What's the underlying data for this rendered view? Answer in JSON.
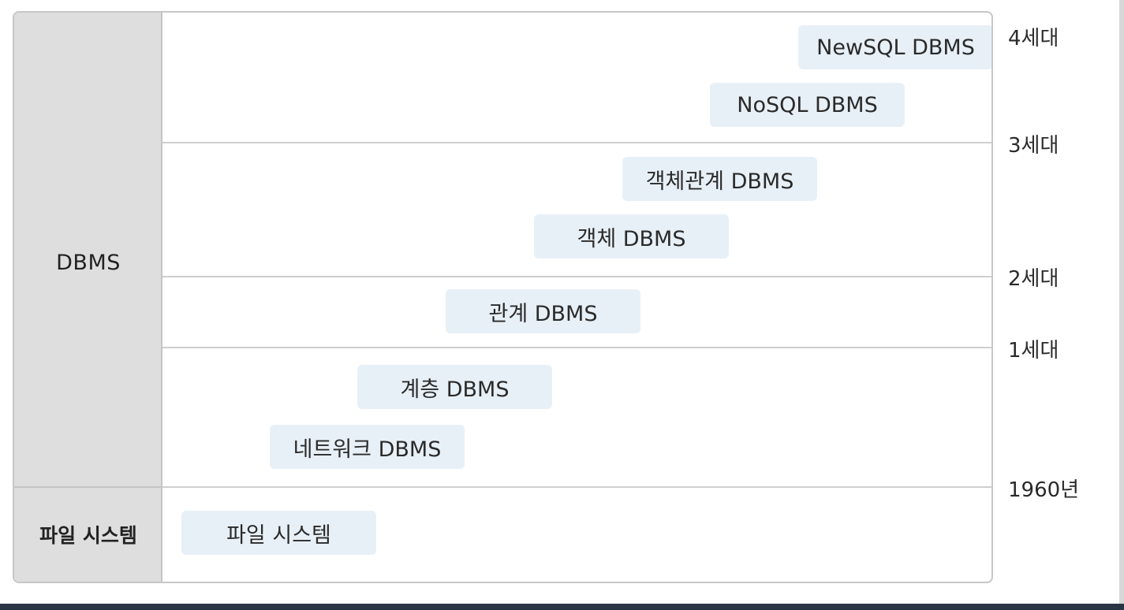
{
  "categories": {
    "dbms": "DBMS",
    "file_system": "파일 시스템"
  },
  "boxes": {
    "newsql": "NewSQL DBMS",
    "nosql": "NoSQL DBMS",
    "object_relational": "객체관계 DBMS",
    "object": "객체 DBMS",
    "relational": "관계 DBMS",
    "hierarchical": "계층 DBMS",
    "network": "네트워크 DBMS",
    "file_system": "파일 시스템"
  },
  "generations": {
    "gen4": "4세대",
    "gen3": "3세대",
    "gen2": "2세대",
    "gen1": "1세대",
    "year1960": "1960년"
  }
}
